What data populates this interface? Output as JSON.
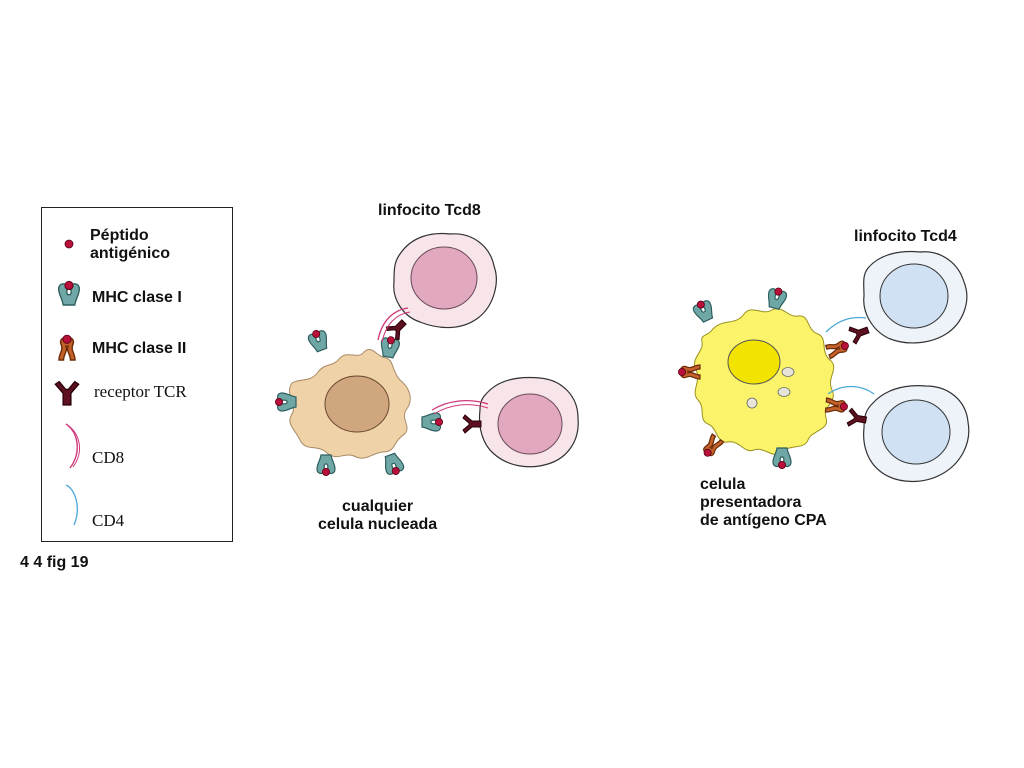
{
  "legend": {
    "peptide": "Péptido\nantigénico",
    "mhc1": "MHC clase I",
    "mhc2": "MHC clase II",
    "tcr": "receptor TCR",
    "cd8": "CD8",
    "cd4": "CD4"
  },
  "figure_id": "4 4 fig 19",
  "left_panel": {
    "lymphocyte_label": "linfocito Tcd8",
    "cell_label": "cualquier\ncelula nucleada"
  },
  "right_panel": {
    "lymphocyte_label": "linfocito Tcd4",
    "cell_label": "celula\npresentadora\nde antígeno CPA"
  },
  "colors": {
    "peptide": "#b8103a",
    "mhc1": "#6fa7a6",
    "mhc2": "#c2622a",
    "tcr": "#5c1020",
    "cd8": "#d0387a",
    "cd4": "#4aa8d8",
    "nucleated_cell": "#f0d2a8",
    "nucleated_nucleus": "#d0a67e",
    "apc_cell": "#fbf46a",
    "apc_nucleus": "#f2e400",
    "tcd8_cell": "#f7e5ea",
    "tcd8_nucleus": "#e2a8c0",
    "tcd4_cell": "#eef3fa",
    "tcd4_nucleus": "#cfe1f3"
  }
}
